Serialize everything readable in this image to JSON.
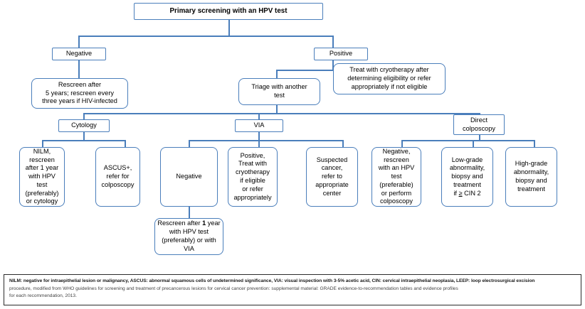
{
  "diagram": {
    "title": "Primary screening with an HPV test algorithm",
    "accent_color": "#4a7ebb",
    "footnote_border_color": "#2b2b2b"
  },
  "nodes": {
    "root": "Primary screening with an HPV test",
    "negative": "Negative",
    "positive": "Positive",
    "rescreen_5y": "Rescreen after\n5 years; rescreen every\nthree years if HIV-infected",
    "triage": "Triage with another\ntest",
    "treat_cryo": "Treat with cryotherapy after\ndetermining eligibility or refer\nappropriately if not eligible",
    "cytology": "Cytology",
    "via": "VIA",
    "direct_colposcopy": "Direct\ncolposcopy",
    "nilm": "NILM,\nrescreen\nafter 1 year\nwith HPV\ntest\n(preferably)\nor cytology",
    "ascus": "ASCUS+,\nrefer for\ncolposcopy",
    "via_negative": "Negative",
    "via_positive": "Positive,\nTreat with\ncryotherapy\nif eligible\nor refer\nappropriately",
    "suspected_cancer": "Suspected\ncancer,\nrefer to\nappropriate\ncenter",
    "rescreen_1y_via_pre": "Rescreen after ",
    "rescreen_1y_via_bold": "1",
    "rescreen_1y_via_post": " year with HPV test (preferably) or with VIA",
    "colpo_negative": "Negative,\nrescreen\nwith an HPV\ntest\n(preferable)\nor perform\ncolposcopy",
    "low_grade_pre": "Low-grade\nabnormality,\nbiopsy and\ntreatment\nif ",
    "low_grade_symbol": "≥",
    "low_grade_post": " CIN 2",
    "high_grade": "High-grade\nabnormality,\nbiopsy and\ntreatment"
  },
  "footnote": {
    "line1": "NILM: negative for intraepithelial lesion or malignancy, ASCUS: abnormal squamous cells of undetermined significance, VIA: visual inspection with 3-5% acetic acid, CIN: cervical intraepithelial neoplasia, LEEP: loop electrosurgical excision",
    "line2": "procedure, modified from WHO guidelines for screening and treatment of precancerous lesions for cervical cancer prevention: supplemental material: GRADE evidence-to-recommendation tables and evidence profiles",
    "line3": "for each recommendation, 2013."
  }
}
